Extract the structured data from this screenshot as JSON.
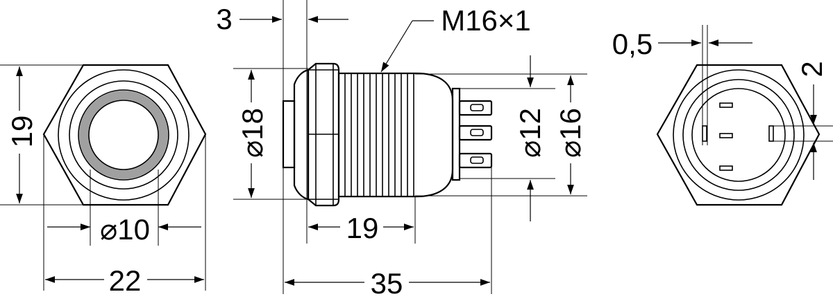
{
  "front_view": {
    "dim_height": "19",
    "dim_inner_diameter": "⌀10",
    "dim_width": "22"
  },
  "side_view": {
    "dim_bezel": "3",
    "thread": "M16×1",
    "dim_diameter_18": "⌀18",
    "dim_diameter_12": "⌀12",
    "dim_diameter_16": "⌀16",
    "dim_body_length": "19",
    "dim_total_length": "35"
  },
  "rear_view": {
    "dim_pin_offset": "0,5",
    "dim_pin_width": "2"
  },
  "colors": {
    "line": "#000000",
    "led_ring": "#a0a0a0",
    "background": "#ffffff"
  }
}
